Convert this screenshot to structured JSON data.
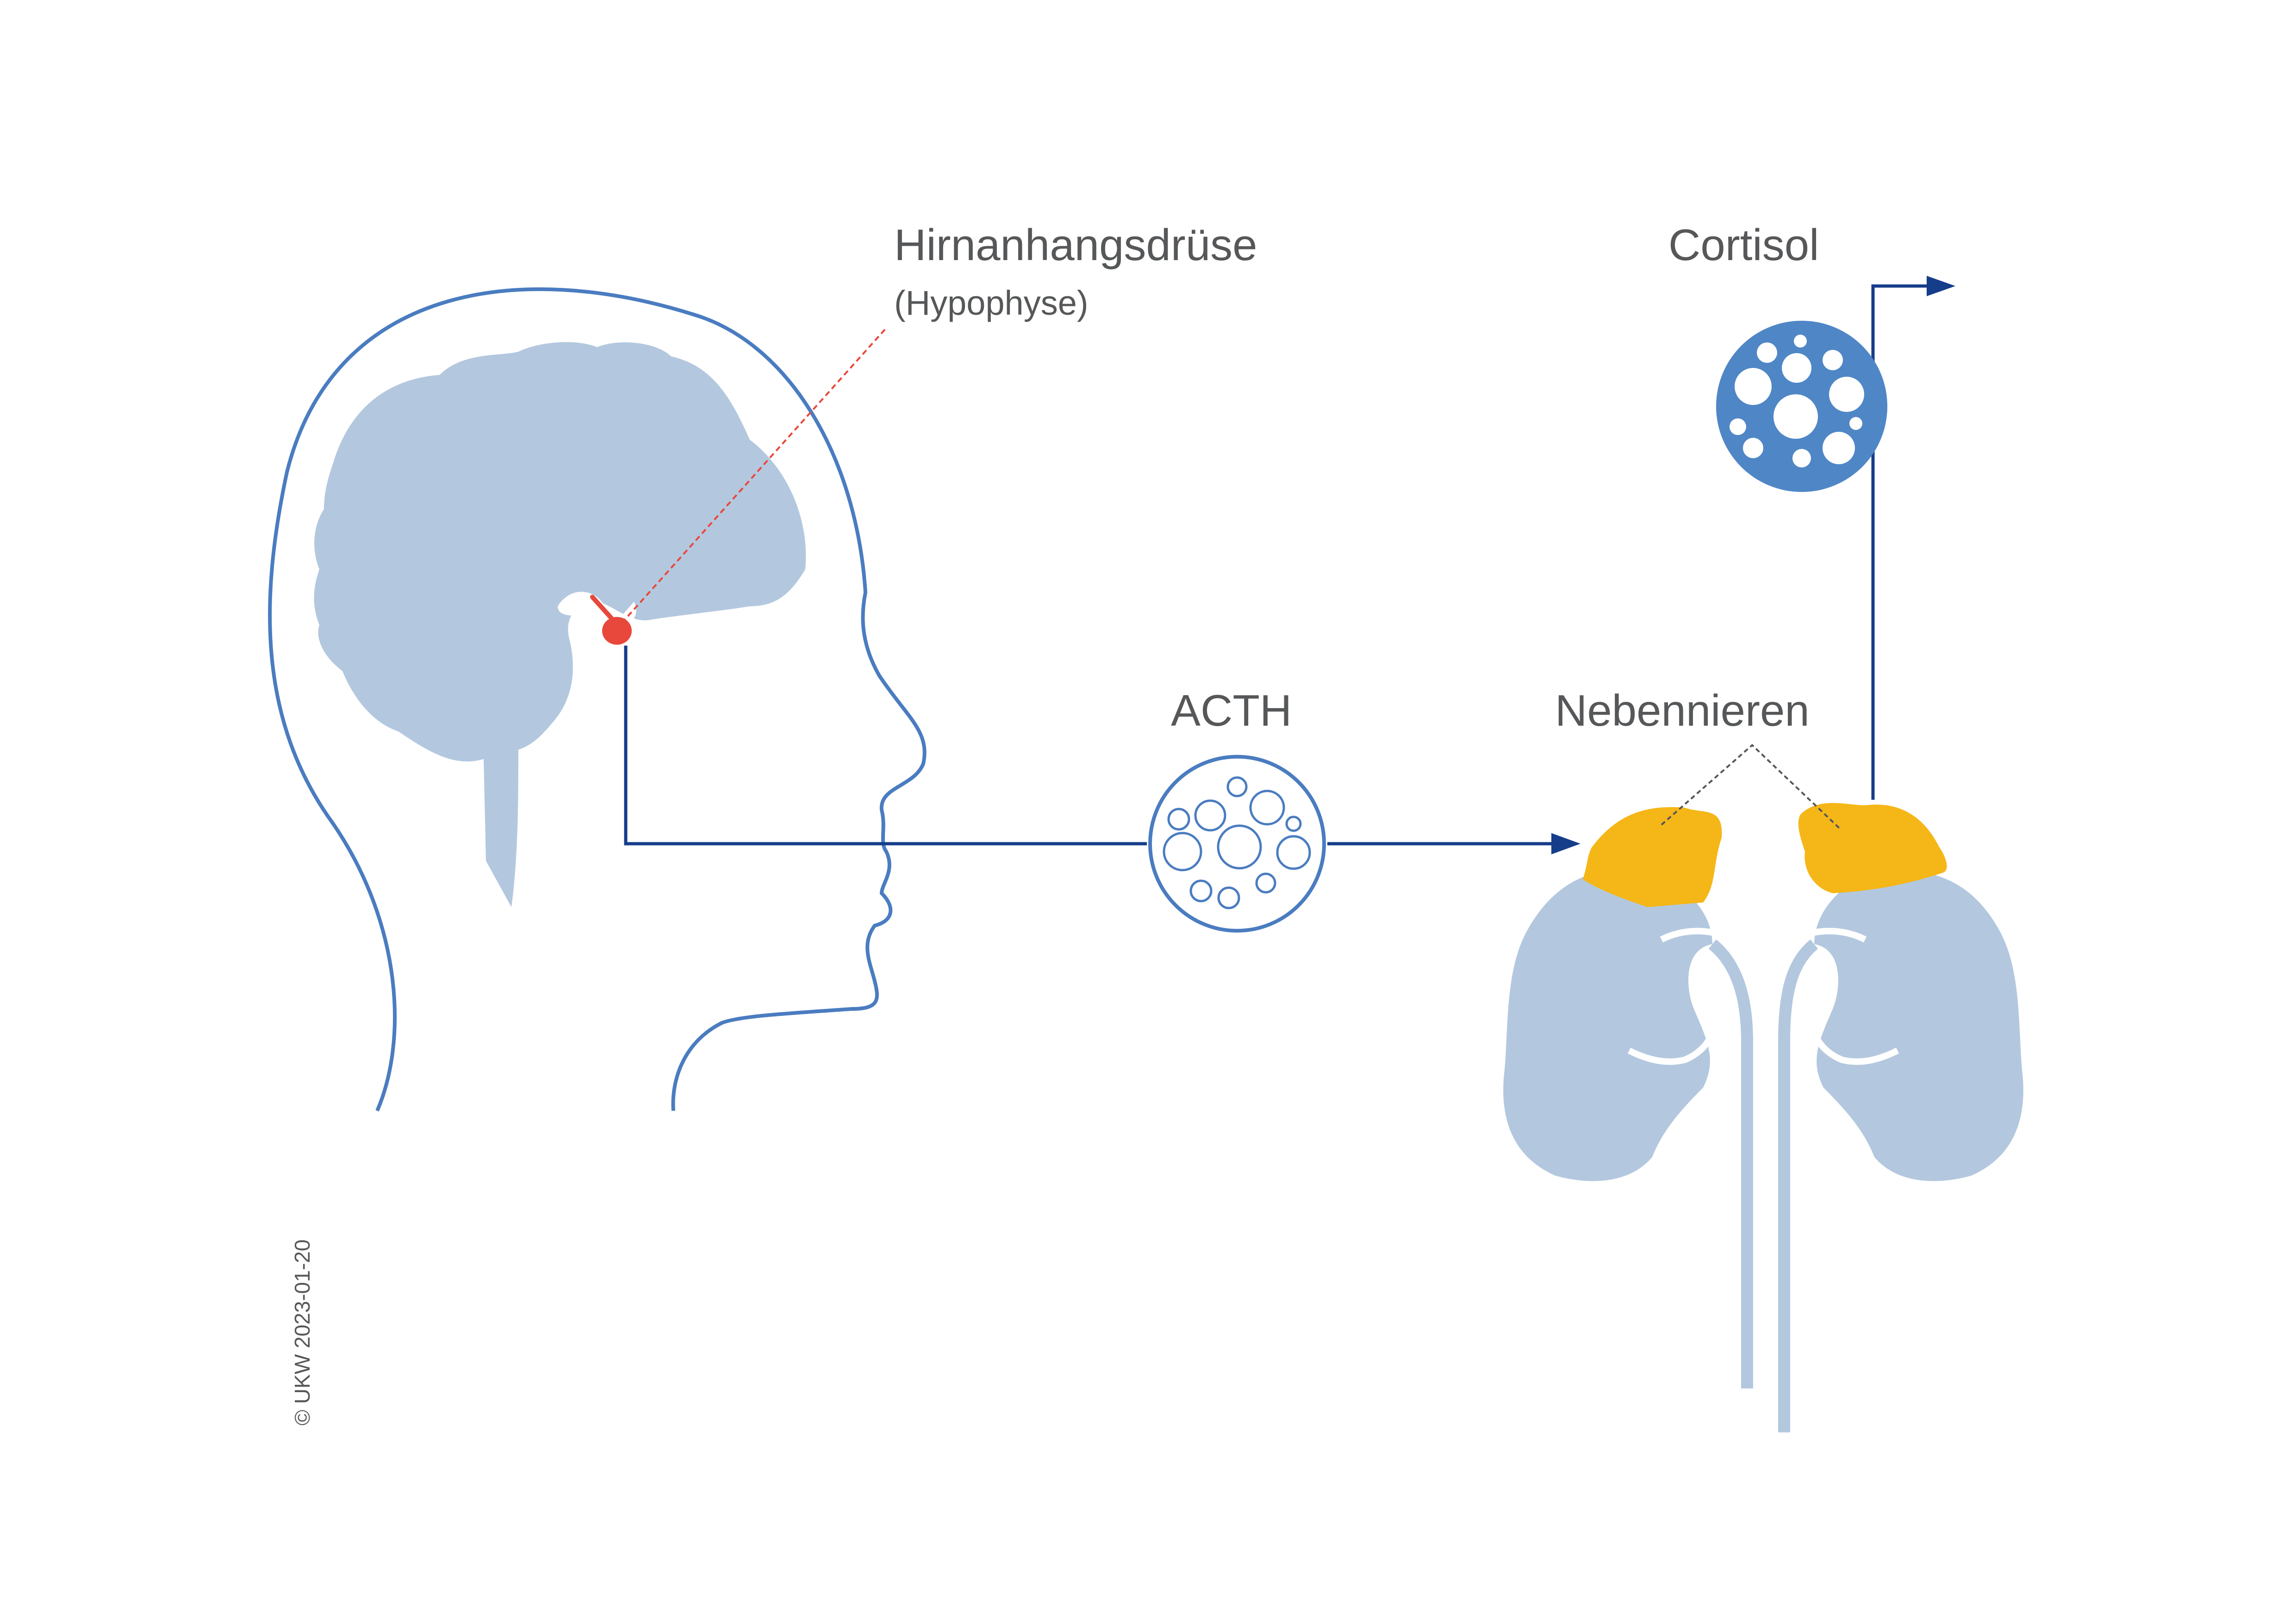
{
  "labels": {
    "pituitary_title": "Hirnanhangsdrüse",
    "pituitary_subtitle": "(Hypophyse)",
    "hormone_acth": "ACTH",
    "adrenal_glands": "Nebennieren",
    "hormone_cortisol": "Cortisol",
    "copyright": "© UKW 2023-01-20"
  },
  "colors": {
    "outline_blue": "#4a7cc0",
    "brain_fill": "#b3c8df",
    "kidney_fill": "#b3c8df",
    "adrenal_fill": "#f5b617",
    "pituitary_red": "#e8483b",
    "arrow_navy": "#153d8a",
    "cortisol_fill": "#4f86c6",
    "text_gray": "#555759"
  }
}
